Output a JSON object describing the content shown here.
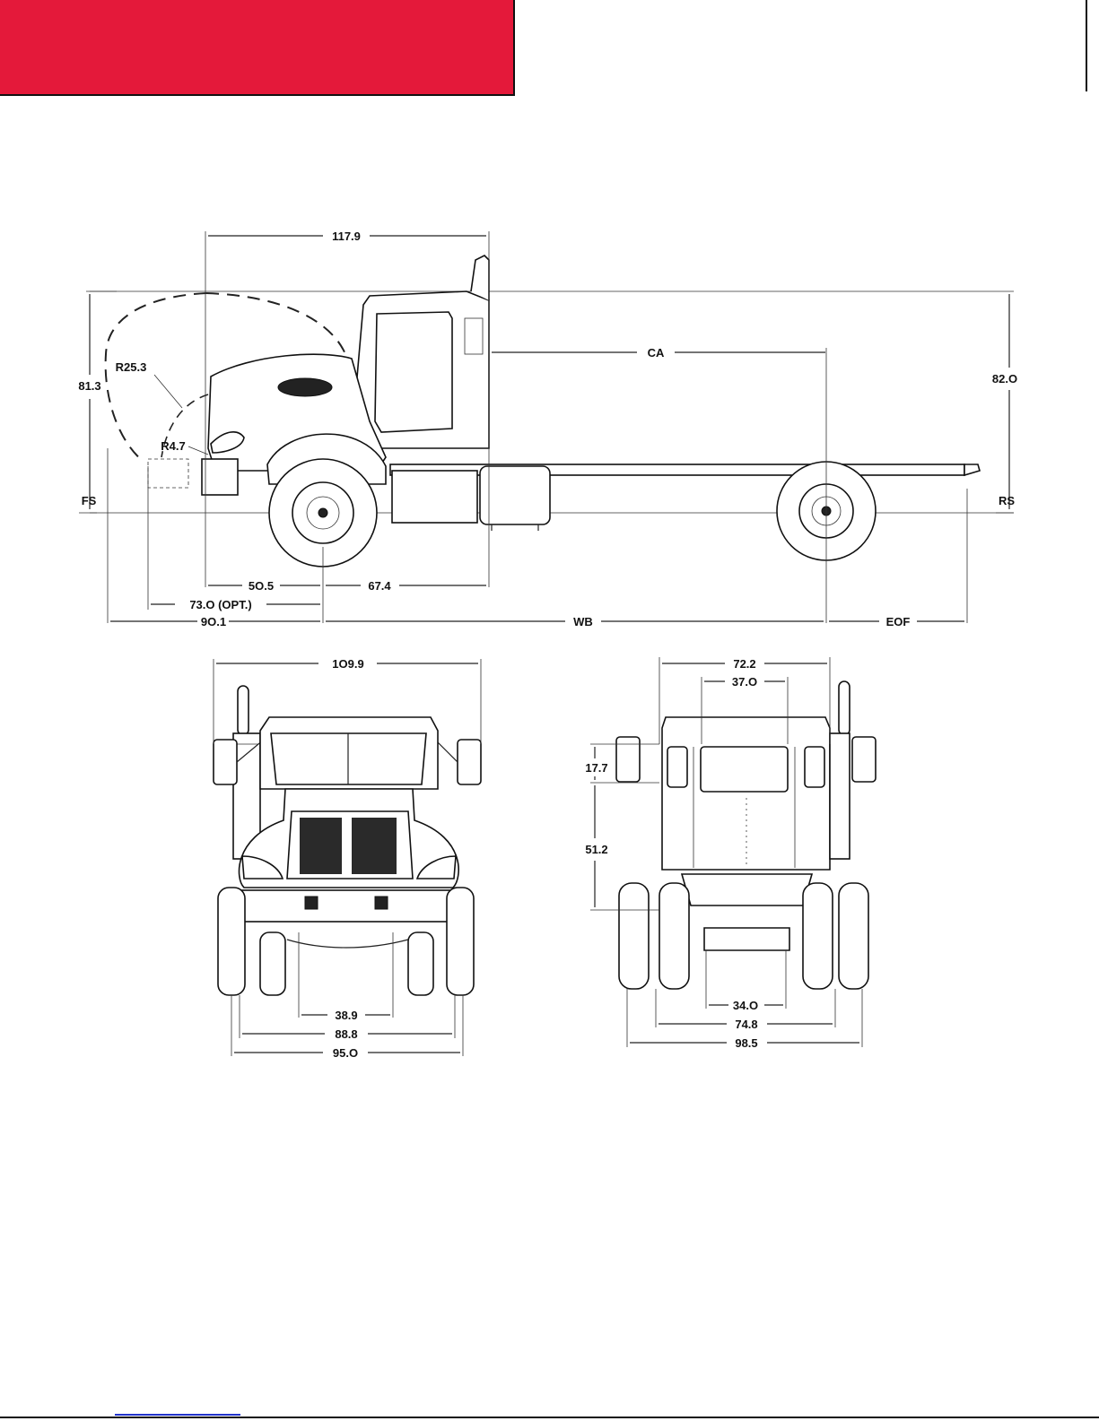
{
  "side_view": {
    "dims": {
      "overall_top": "117.9",
      "height_left": "81.3",
      "height_right": "82.O",
      "radius_hood": "R25.3",
      "radius_small": "R4.7",
      "ca": "CA",
      "fs": "FS",
      "rs": "RS",
      "bumper_to_axle": "5O.5",
      "axle_to_cab": "67.4",
      "optional": "73.O (OPT.)",
      "front_overhang": "9O.1",
      "wb": "WB",
      "eof": "EOF"
    }
  },
  "front_view": {
    "dims": {
      "overall_width": "1O9.9",
      "inner": "38.9",
      "track": "88.8",
      "outer": "95.O"
    }
  },
  "rear_view": {
    "dims": {
      "cab_width": "72.2",
      "window_width": "37.O",
      "upper_height": "17.7",
      "lower_height": "51.2",
      "frame": "34.O",
      "track": "74.8",
      "overall": "98.5"
    }
  },
  "colors": {
    "accent": "#e4193a"
  }
}
